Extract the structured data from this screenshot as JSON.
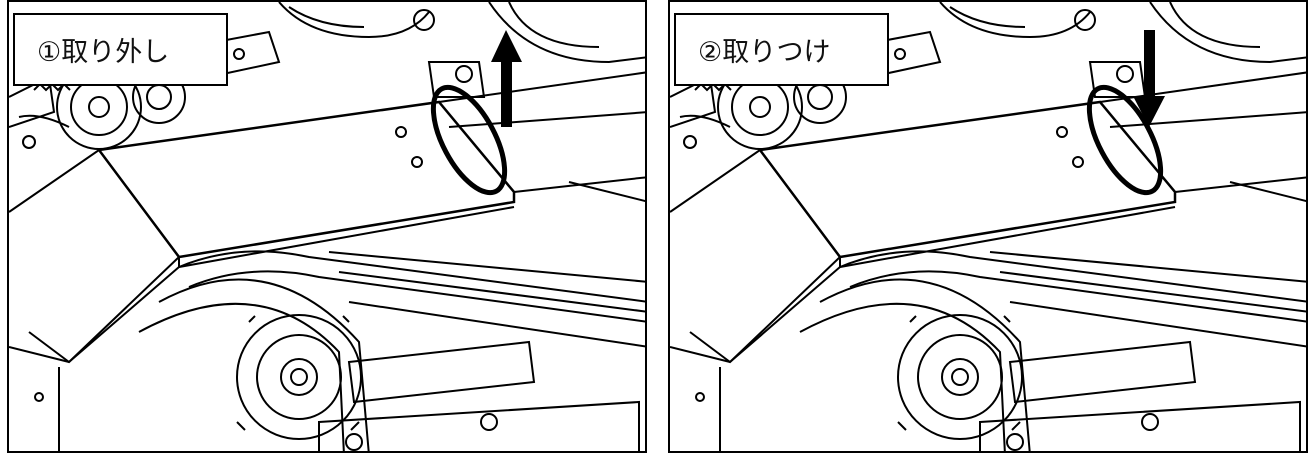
{
  "panels": [
    {
      "label": "①取り外し",
      "arrow_direction": "up"
    },
    {
      "label": "②取りつけ",
      "arrow_direction": "down"
    }
  ],
  "colors": {
    "line": "#000000",
    "background": "#ffffff"
  }
}
